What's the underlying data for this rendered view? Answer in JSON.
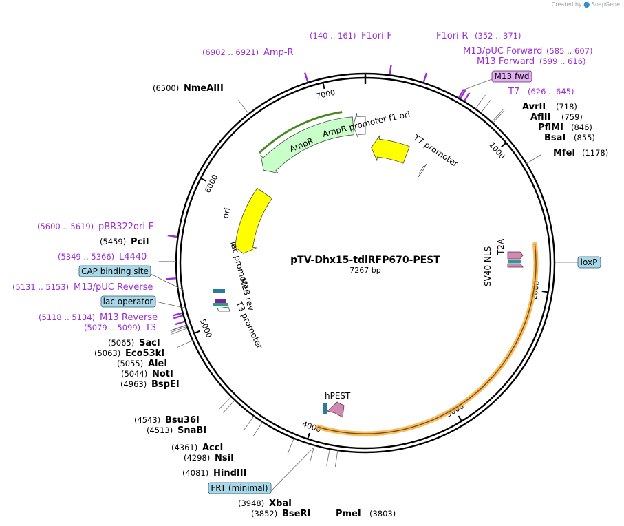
{
  "credit": {
    "prefix": "Created by",
    "brand": "SnapGene"
  },
  "plasmid": {
    "name": "pTV-Dhx15-tdiRFP670-PEST",
    "size_label": "7267 bp",
    "length": 7267
  },
  "ticks": [
    {
      "pos": 1000,
      "label": "1000"
    },
    {
      "pos": 2000,
      "label": "2000"
    },
    {
      "pos": 3000,
      "label": "3000"
    },
    {
      "pos": 4000,
      "label": "4000"
    },
    {
      "pos": 5000,
      "label": "5000"
    },
    {
      "pos": 6000,
      "label": "6000"
    },
    {
      "pos": 7000,
      "label": "7000"
    }
  ],
  "features": [
    {
      "id": "f1-ori",
      "label": "f1 ori",
      "start": 60,
      "end": 420,
      "dir": -1,
      "r": 168,
      "color": "#ffff00"
    },
    {
      "id": "ampr-promoter",
      "label": "AmpR promoter",
      "start": 7165,
      "end": 7267,
      "dir": -1,
      "r": 200,
      "color": "#ffffff"
    },
    {
      "id": "ampr",
      "label": "AmpR",
      "start": 6305,
      "end": 7165,
      "dir": -1,
      "r": 200,
      "color": "#c8ffc8"
    },
    {
      "id": "ori",
      "label": "ori",
      "start": 5540,
      "end": 6150,
      "dir": -1,
      "r": 178,
      "color": "#ffff00"
    },
    {
      "id": "t7-promoter",
      "label": "T7 promoter",
      "start": 626,
      "end": 645,
      "dir": 1,
      "r": 158,
      "color": "#ffffff"
    }
  ],
  "primers": [
    {
      "id": "amp-r",
      "name": "Amp-R",
      "range": "(6902 .. 6921)",
      "pos": 6911
    },
    {
      "id": "f1ori-f",
      "name": "F1ori-F",
      "range": "(140 .. 161)",
      "pos": 150
    },
    {
      "id": "f1ori-r",
      "name": "F1ori-R",
      "range": "(352 .. 371)",
      "pos": 361
    },
    {
      "id": "m13-puc-forward",
      "name": "M13/pUC Forward",
      "range": "(585 .. 607)",
      "pos": 596
    },
    {
      "id": "m13-forward",
      "name": "M13 Forward",
      "range": "(599 .. 616)",
      "pos": 607
    },
    {
      "id": "t7",
      "name": "T7",
      "range": "(626 .. 645)",
      "pos": 635
    },
    {
      "id": "pbr322ori-f",
      "name": "pBR322ori-F",
      "range": "(5600 .. 5619)",
      "pos": 5610
    },
    {
      "id": "l4440",
      "name": "L4440",
      "range": "(5349 .. 5366)",
      "pos": 5357
    },
    {
      "id": "m13-puc-reverse",
      "name": "M13/pUC Reverse",
      "range": "(5131 .. 5153)",
      "pos": 5142
    },
    {
      "id": "m13-reverse",
      "name": "M13 Reverse",
      "range": "(5118 .. 5134)",
      "pos": 5126
    },
    {
      "id": "t3",
      "name": "T3",
      "range": "(5079 .. 5099)",
      "pos": 5089
    }
  ],
  "sites": [
    {
      "name": "NmeAIII",
      "pos": "(6500)",
      "at": 6500
    },
    {
      "name": "AvrII",
      "pos": "(718)",
      "at": 718
    },
    {
      "name": "AflII",
      "pos": "(759)",
      "at": 759
    },
    {
      "name": "PflMI",
      "pos": "(846)",
      "at": 846
    },
    {
      "name": "BsaI",
      "pos": "(855)",
      "at": 855
    },
    {
      "name": "MfeI",
      "pos": "(1178)",
      "at": 1178
    },
    {
      "name": "PciI",
      "pos": "(5459)",
      "at": 5459
    },
    {
      "name": "SacI",
      "pos": "(5065)",
      "at": 5065
    },
    {
      "name": "Eco53kI",
      "pos": "(5063)",
      "at": 5063
    },
    {
      "name": "AleI",
      "pos": "(5055)",
      "at": 5055
    },
    {
      "name": "NotI",
      "pos": "(5044)",
      "at": 5044
    },
    {
      "name": "BspEI",
      "pos": "(4963)",
      "at": 4963
    },
    {
      "name": "Bsu36I",
      "pos": "(4543)",
      "at": 4543
    },
    {
      "name": "SnaBI",
      "pos": "(4513)",
      "at": 4513
    },
    {
      "name": "AccI",
      "pos": "(4361)",
      "at": 4361
    },
    {
      "name": "NsiI",
      "pos": "(4298)",
      "at": 4298
    },
    {
      "name": "HindIII",
      "pos": "(4081)",
      "at": 4081
    },
    {
      "name": "XbaI",
      "pos": "(3948)",
      "at": 3948
    },
    {
      "name": "BseRI",
      "pos": "(3852)",
      "at": 3852
    },
    {
      "name": "PmeI",
      "pos": "(3803)",
      "at": 3803
    }
  ],
  "boxed_labels": [
    {
      "id": "m13-fwd",
      "text": "M13 fwd",
      "color": "#e0b0f0"
    },
    {
      "id": "loxp",
      "text": "loxP",
      "color": "#a8d8e8"
    },
    {
      "id": "cap-binding-site",
      "text": "CAP binding site",
      "color": "#a8d8e8"
    },
    {
      "id": "lac-operator",
      "text": "lac operator",
      "color": "#a8d8e8"
    },
    {
      "id": "frt-minimal",
      "text": "FRT (minimal)",
      "color": "#a8d8e8"
    }
  ],
  "small_labels": {
    "sv40_nls": "SV40 NLS",
    "t2a": "T2A",
    "hpest": "hPEST",
    "lac_promoter": "lac promoter",
    "m13_rev": "M13 rev",
    "t3_promoter": "T3 promoter"
  },
  "colors": {
    "backbone": "#000000",
    "primer": "#9b30d0",
    "site_line": "#666666",
    "orange_feature": "#f5b041",
    "ampr_line": "#4a8a20"
  }
}
